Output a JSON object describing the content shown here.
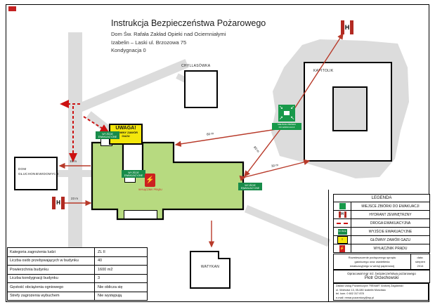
{
  "title": {
    "line1": "Instrukcja Bezpieczeństwa Pożarowego",
    "line2": "Dom Św. Rafała Zakład Opieki nad Ociemniałymi",
    "line3": "Izabelin – Laski ul. Brzozowa 75",
    "line4": "Kondygnacja 0"
  },
  "map": {
    "buildings": {
      "dom_line1": "DOM",
      "dom_line2": "GŁUCHONIEWIDOMYCH",
      "chyllasowka": "CHYLLASÓWKA",
      "kapitolik": "KAPITOLIK",
      "watykan": "WATYKAN"
    },
    "signs": {
      "gas_line1": "UWAGA!",
      "gas_line2": "GŁÓWNY ZAWÓR",
      "gas_line3": "GAZU",
      "exit_line1": "WYJŚCIE",
      "exit_line2": "EWAKUACYJNE",
      "assembly_line1": "MIEJSCE ZBIÓRKI",
      "assembly_line2": "DO EWAKUACJI",
      "power_label": "WYŁĄCZNIK PRĄDU",
      "power_glyph": "⚡",
      "hydrant_letter": "H"
    },
    "distances": [
      {
        "label": "60 m"
      },
      {
        "label": "80 m"
      },
      {
        "label": "30 m"
      },
      {
        "label": "15 m"
      },
      {
        "label": "23 m"
      }
    ]
  },
  "legend": {
    "title": "LEGENDA",
    "items": [
      {
        "icon": "assembly-point-icon",
        "label": "MIEJSCE ZBIÓRKI DO EWAKUACJI"
      },
      {
        "icon": "hydrant-icon",
        "label": "HYDRANT ZEWNĘTRZNY"
      },
      {
        "icon": "dashed-route-icon",
        "label": "DROGA EWAKUACYJNA"
      },
      {
        "icon": "exit-sign-icon",
        "label": "WYJŚCIE EWAKUACYJNE"
      },
      {
        "icon": "gas-valve-icon",
        "label": "GŁÓWNY ZAWÓR GAZU"
      },
      {
        "icon": "power-switch-icon",
        "label": "WYŁĄCZNIK PRĄDU"
      }
    ]
  },
  "info_table": {
    "rows": [
      {
        "label": "Kategoria zagrożenia ludzi",
        "value": "ZL II"
      },
      {
        "label": "Liczba osób przebywających w budynku",
        "value": "40"
      },
      {
        "label": "Powierzchnia budynku",
        "value": "1600 m2"
      },
      {
        "label": "Liczba kondygnacji budynku",
        "value": "3"
      },
      {
        "label": "Gęstość obciążenia ogniowego",
        "value": "Nie oblicza się"
      },
      {
        "label": "Strefy zagrożenia wybuchem",
        "value": "Nie występują"
      }
    ]
  },
  "footer": {
    "desc_lines": [
      "Rozmieszczenie podręcznego sprzętu",
      "gaśniczego oraz oświetlenia",
      "ewakuacyjnego w wersji papierowej"
    ],
    "date_lines": [
      "data:",
      "sierpień",
      "2014"
    ],
    "author_line1": "Opracował mgr inż. bezpieczeństwa pożarowego",
    "author_line2": "Piotr Orzechowski",
    "company_lines": [
      "Zakład Usług Pożarniczych \"REMAR\" Andrzej Zagdański",
      "ul. Wolności 13, 05-080 Izabelin Mościska",
      "tel. kom. 0 602 317 878",
      "e-mail: remar.pozarniczy@wp.pl"
    ]
  },
  "colors": {
    "route_red": "#cc1111",
    "arrow_red": "#b83a2a",
    "building_green": "#b7da80",
    "sign_green": "#188c4a",
    "gas_yellow": "#f4e60b",
    "hydrant_red": "#b22a22",
    "road_gray": "#dcdcdc"
  }
}
